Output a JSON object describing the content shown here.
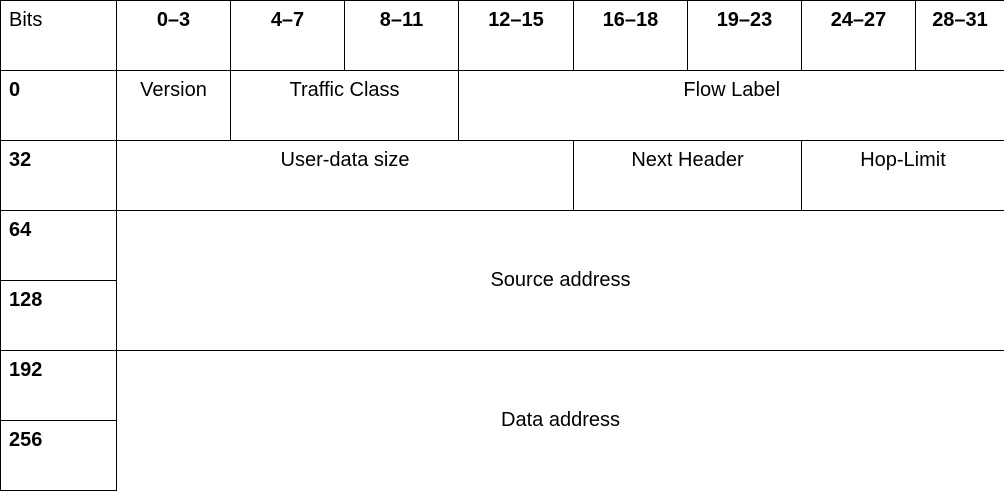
{
  "header": {
    "bits_label": "Bits",
    "columns": [
      "0–3",
      "4–7",
      "8–11",
      "12–15",
      "16–18",
      "19–23",
      "24–27",
      "28–31"
    ]
  },
  "rows": {
    "r0": "0",
    "r32": "32",
    "r64": "64",
    "r128": "128",
    "r192": "192",
    "r256": "256"
  },
  "fields": {
    "version": "Version",
    "traffic_class": "Traffic Class",
    "flow_label": "Flow Label",
    "user_data_size": "User-data size",
    "next_header": "Next Header",
    "hop_limit": "Hop-Limit",
    "source_address": "Source address",
    "data_address": "Data address"
  }
}
